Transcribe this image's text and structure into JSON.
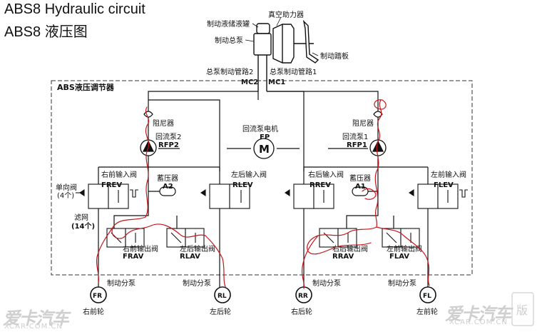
{
  "title_en": "ABS8 Hydraulic circuit",
  "title_cn": "ABS8 液压图",
  "labels": {
    "booster": "真空助力器",
    "reservoir": "制动液储液罐",
    "master": "制动总泵",
    "pedal": "制动踏板",
    "mc2_label": "总泵制动管路2",
    "mc1_label": "总泵制动管路1",
    "mc2": "MC2",
    "mc1": "MC1",
    "hcu": "ABS液压调节器",
    "damper_r": "阻尼器",
    "damper_l": "阻尼器",
    "pump2": "回流泵2",
    "rfp2": "RFP2",
    "pump1": "回流泵1",
    "rfp1": "RFP1",
    "motor": "回流泵电机",
    "fp": "FP",
    "motor_m": "M",
    "frev_cn": "右前输入阀",
    "frev": "FREV",
    "rlev_cn": "左后输入阀",
    "rlev": "RLEV",
    "rrev_cn": "右后输入阀",
    "rrev": "RREV",
    "flev_cn": "左前输入阀",
    "flev": "FLEV",
    "acc_r": "蓄压器",
    "a2": "A2",
    "acc_l": "蓄压器",
    "a1": "A1",
    "check_valve": "单向阀",
    "check_count": "(4个)",
    "filter": "滤网",
    "filter_count": "(14个)",
    "frav_cn": "右前输出阀",
    "frav": "FRAV",
    "rlav_cn": "左后输出阀",
    "rlav": "RLAV",
    "rrav_cn": "右后输出阀",
    "rrav": "RRAV",
    "flav_cn": "左前输出阀",
    "flav": "FLAV",
    "cyl_fr": "制动分泵",
    "cyl_rl": "制动分泵",
    "cyl_rr": "制动分泵",
    "cyl_fl": "制动分泵",
    "fr": "FR",
    "rl": "RL",
    "rr": "RR",
    "fl": "FL",
    "wheel_fr": "右前轮",
    "wheel_rl": "左后轮",
    "wheel_rr": "右后轮",
    "wheel_fl": "左前轮"
  },
  "watermark": {
    "brand": "爱卡汽车",
    "site": "XCAR.COM.CN",
    "seal": "版"
  },
  "colors": {
    "line": "#111111",
    "trace": "#c4161c",
    "dash": "#333333",
    "watermark": "#cfcfcf"
  }
}
